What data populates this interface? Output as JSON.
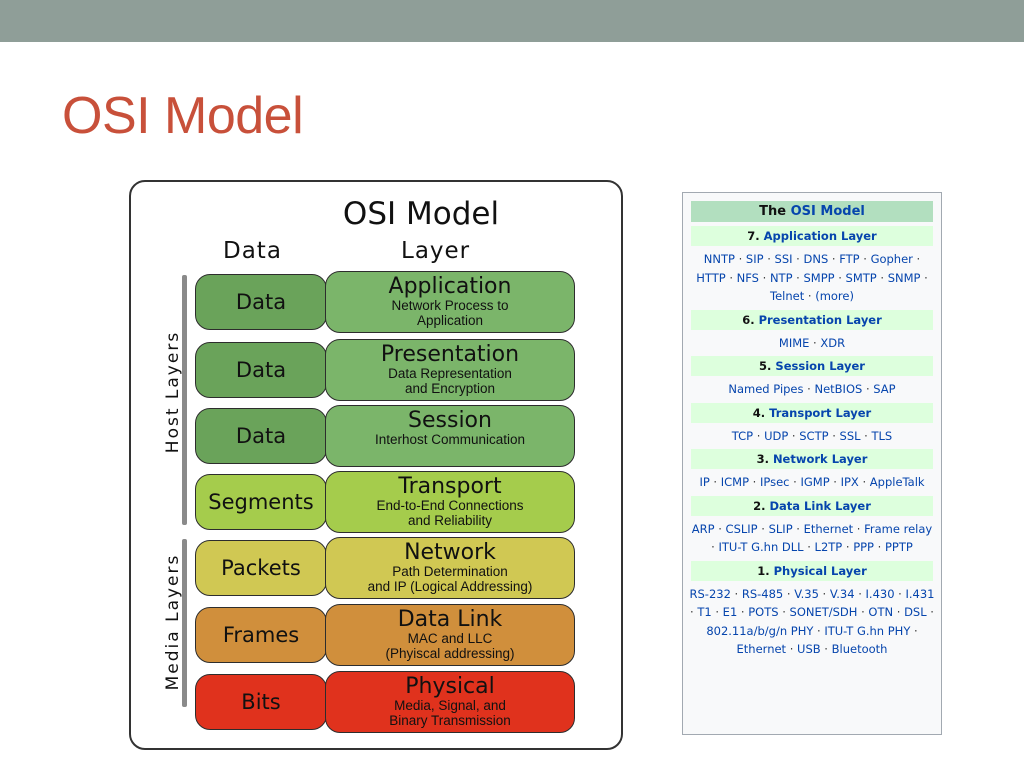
{
  "slide": {
    "title": "OSI Model"
  },
  "diagram": {
    "title": "OSI Model",
    "col_data": "Data",
    "col_layer": "Layer",
    "host_label": "Host Layers",
    "media_label": "Media Layers",
    "rows": [
      {
        "data": "Data",
        "layer": "Application",
        "desc1": "Network Process to",
        "desc2": "Application",
        "data_color": "#6aa35a",
        "layer_color": "#7bb56a"
      },
      {
        "data": "Data",
        "layer": "Presentation",
        "desc1": "Data Representation",
        "desc2": "and Encryption",
        "data_color": "#6aa35a",
        "layer_color": "#7bb56a"
      },
      {
        "data": "Data",
        "layer": "Session",
        "desc1": "Interhost Communication",
        "desc2": "",
        "data_color": "#6aa35a",
        "layer_color": "#7bb56a"
      },
      {
        "data": "Segments",
        "layer": "Transport",
        "desc1": "End-to-End Connections",
        "desc2": "and Reliability",
        "data_color": "#a5cc4c",
        "layer_color": "#a5cc4c"
      },
      {
        "data": "Packets",
        "layer": "Network",
        "desc1": "Path Determination",
        "desc2": "and IP (Logical Addressing)",
        "data_color": "#d0c853",
        "layer_color": "#d0c853"
      },
      {
        "data": "Frames",
        "layer": "Data Link",
        "desc1": "MAC and LLC",
        "desc2": "(Phyiscal addressing)",
        "data_color": "#d08f3c",
        "layer_color": "#d08f3c"
      },
      {
        "data": "Bits",
        "layer": "Physical",
        "desc1": "Media, Signal, and",
        "desc2": "Binary Transmission",
        "data_color": "#e0321d",
        "layer_color": "#e0321d"
      }
    ]
  },
  "navbox": {
    "title_prefix": "The",
    "title_link": "OSI Model",
    "sections": [
      {
        "num": "7.",
        "name": "Application Layer",
        "items": [
          "NNTP",
          "SIP",
          "SSI",
          "DNS",
          "FTP",
          "Gopher",
          "HTTP",
          "NFS",
          "NTP",
          "SMPP",
          "SMTP",
          "SNMP",
          "Telnet",
          "(more)"
        ]
      },
      {
        "num": "6.",
        "name": "Presentation Layer",
        "items": [
          "MIME",
          "XDR"
        ]
      },
      {
        "num": "5.",
        "name": "Session Layer",
        "items": [
          "Named Pipes",
          "NetBIOS",
          "SAP"
        ]
      },
      {
        "num": "4.",
        "name": "Transport Layer",
        "items": [
          "TCP",
          "UDP",
          "SCTP",
          "SSL",
          "TLS"
        ]
      },
      {
        "num": "3.",
        "name": "Network Layer",
        "items": [
          "IP",
          "ICMP",
          "IPsec",
          "IGMP",
          "IPX",
          "AppleTalk"
        ]
      },
      {
        "num": "2.",
        "name": "Data Link Layer",
        "items": [
          "ARP",
          "CSLIP",
          "SLIP",
          "Ethernet",
          "Frame relay",
          "ITU-T G.hn DLL",
          "L2TP",
          "PPP",
          "PPTP"
        ]
      },
      {
        "num": "1.",
        "name": "Physical Layer",
        "items": [
          "RS-232",
          "RS-485",
          "V.35",
          "V.34",
          "I.430",
          "I.431",
          "T1",
          "E1",
          "POTS",
          "SONET/SDH",
          "OTN",
          "DSL",
          "802.11a/b/g/n PHY",
          "ITU-T G.hn PHY",
          "Ethernet",
          "USB",
          "Bluetooth"
        ]
      }
    ]
  }
}
